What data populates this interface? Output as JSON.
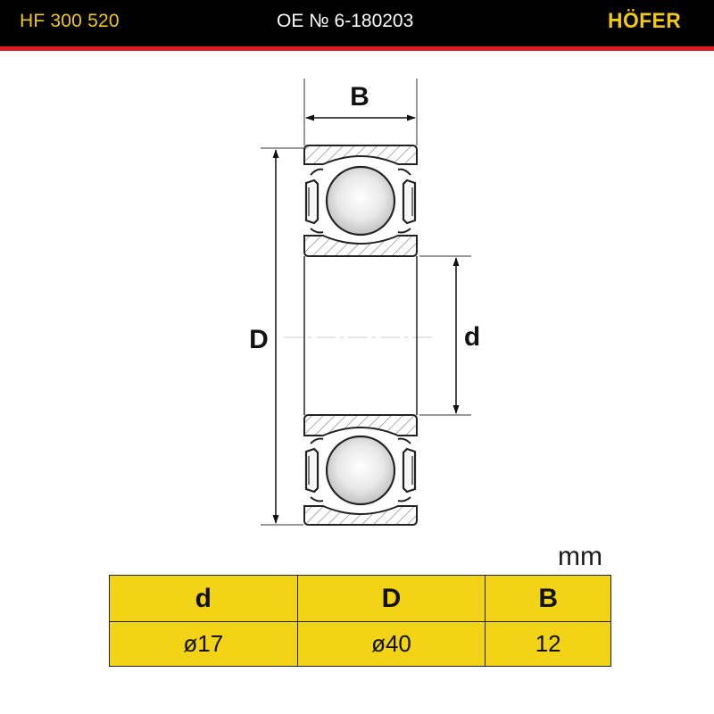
{
  "header": {
    "part_number": "HF 300 520",
    "oe_number": "OE №  6-180203",
    "brand": "HÖFER"
  },
  "drawing": {
    "dim_width_label": "B",
    "dim_outer_label": "D",
    "dim_inner_label": "d"
  },
  "table": {
    "unit": "mm",
    "headers": [
      "d",
      "D",
      "B"
    ],
    "values": [
      "ø17",
      "ø40",
      "12"
    ]
  },
  "colors": {
    "header_bg": "#000000",
    "accent_yellow": "#f2c811",
    "stripe_red": "#e01b22",
    "table_yellow": "#f2d315"
  }
}
